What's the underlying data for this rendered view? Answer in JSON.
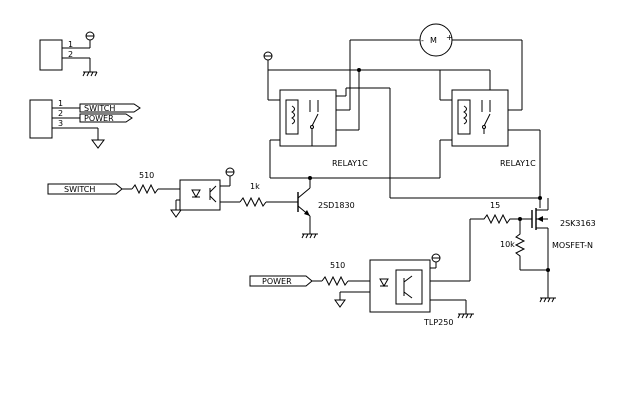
{
  "connector_top": {
    "pin_labels": [
      "1",
      "2"
    ]
  },
  "connector_mid": {
    "pin_labels": [
      "1",
      "2",
      "3"
    ],
    "signal_labels": [
      "SWITCH",
      "POWER"
    ]
  },
  "inputs": {
    "switch_label": "SWITCH",
    "power_label": "POWER"
  },
  "resistors": {
    "r_switch_in": "510",
    "r_power_in": "510",
    "r_base": "1k",
    "r_gate": "15",
    "r_pulldown": "10k"
  },
  "components": {
    "relay_left": "RELAY1C",
    "relay_right": "RELAY1C",
    "transistor": "2SD1830",
    "mosfet_part": "2SK3163",
    "mosfet_type": "MOSFET-N",
    "gate_driver": "TLP250",
    "motor_symbol": "M",
    "motor_plus": "+",
    "motor_minus": "-"
  }
}
